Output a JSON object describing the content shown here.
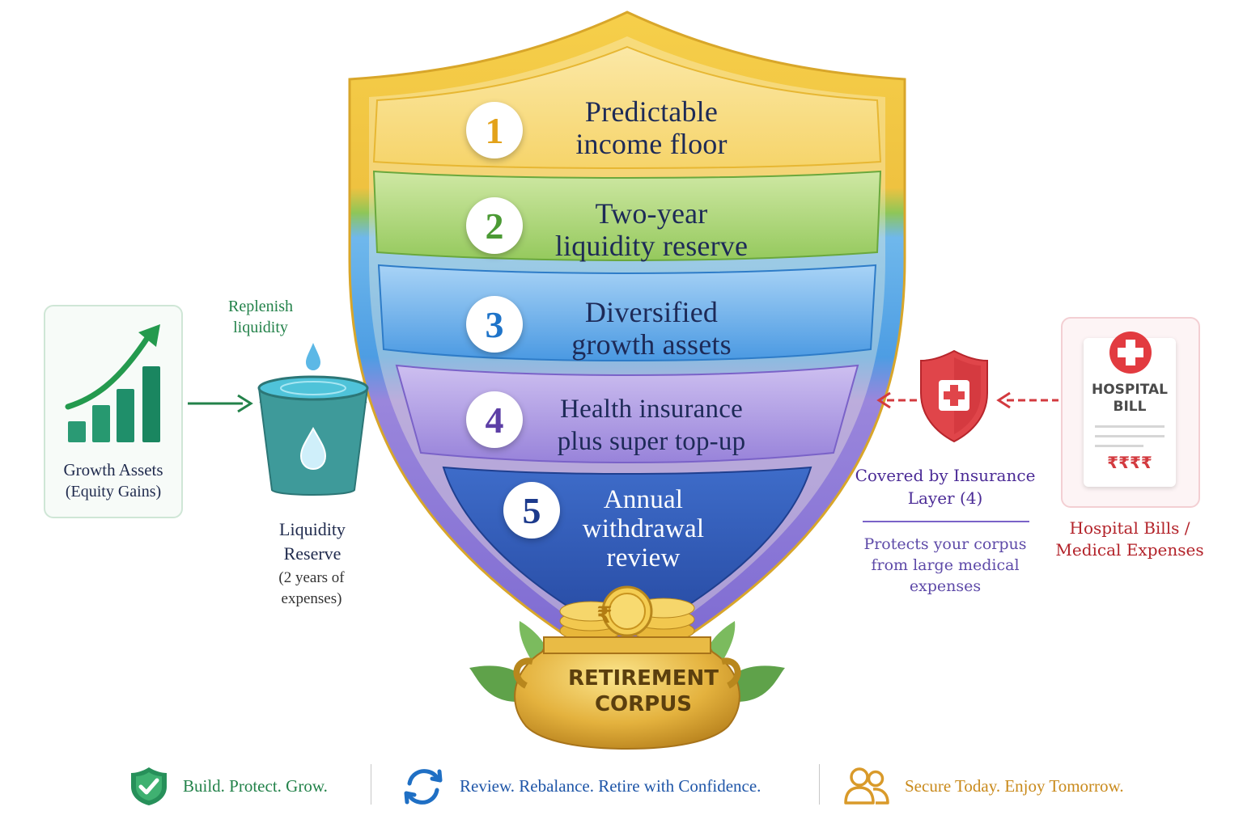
{
  "layers": [
    {
      "number": "1",
      "line1": "Predictable",
      "line2": "income floor",
      "line3": "",
      "color": "#f2c13b",
      "number_color": "#e3a21a"
    },
    {
      "number": "2",
      "line1": "Two-year",
      "line2": "liquidity reserve",
      "line3": "",
      "color": "#8cc65a",
      "number_color": "#4b9a34"
    },
    {
      "number": "3",
      "line1": "Diversified",
      "line2": "growth assets",
      "line3": "",
      "color": "#4aa2e6",
      "number_color": "#1f74c9"
    },
    {
      "number": "4",
      "line1": "Health insurance",
      "line2": "plus super top-up",
      "line3": "",
      "color": "#9a84da",
      "number_color": "#5d3fa6"
    },
    {
      "number": "5",
      "line1": "Annual",
      "line2": "withdrawal",
      "line3": "review",
      "color": "#2f59b8",
      "number_color": "#1c3a8c"
    }
  ],
  "pot": {
    "line1": "RETIREMENT",
    "line2": "CORPUS",
    "coin_symbol": "₹"
  },
  "left": {
    "replenish_line1": "Replenish",
    "replenish_line2": "liquidity",
    "growth_title": "Growth Assets",
    "growth_sub": "(Equity Gains)",
    "reserve_title1": "Liquidity",
    "reserve_title2": "Reserve",
    "reserve_sub1": "(2 years of",
    "reserve_sub2": "expenses)"
  },
  "right": {
    "bill_line1": "HOSPITAL",
    "bill_line2": "BILL",
    "bill_amount": "₹₹₹₹",
    "bills_label1": "Hospital Bills /",
    "bills_label2": "Medical Expenses",
    "covered_line1": "Covered by Insurance",
    "covered_line2": "Layer (4)",
    "protects_line1": "Protects your corpus",
    "protects_line2": "from large medical",
    "protects_line3": "expenses"
  },
  "footer": [
    {
      "text": "Build. Protect. Grow.",
      "icon": "shield-check-icon",
      "color": "#23824a"
    },
    {
      "text": "Review. Rebalance. Retire with Confidence.",
      "icon": "refresh-cycle-icon",
      "color": "#1f56a8"
    },
    {
      "text": "Secure Today. Enjoy Tomorrow.",
      "icon": "people-icon",
      "color": "#c98a1c"
    }
  ]
}
